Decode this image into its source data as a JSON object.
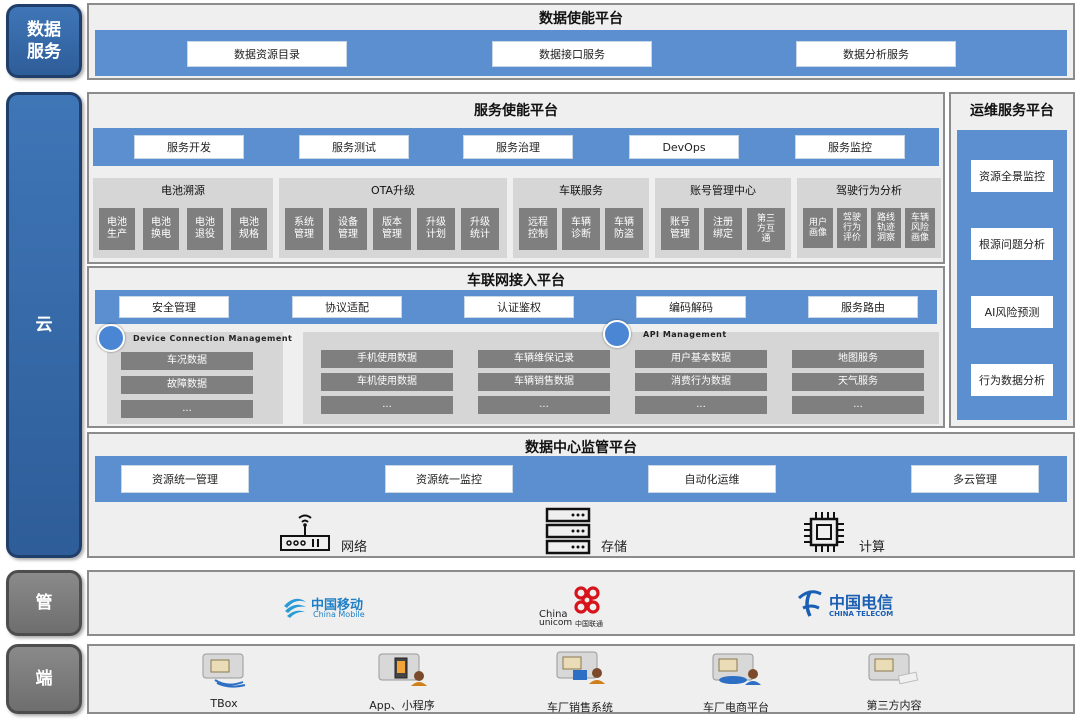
{
  "sides": {
    "data_service": "数据\n服务",
    "cloud": "云",
    "pipe": "管",
    "end": "端"
  },
  "data_enable": {
    "title": "数据使能平台",
    "buttons": [
      "数据资源目录",
      "数据接口服务",
      "数据分析服务"
    ]
  },
  "service_enable": {
    "title": "服务使能平台",
    "buttons": [
      "服务开发",
      "服务测试",
      "服务治理",
      "DevOps",
      "服务监控"
    ],
    "groups": [
      {
        "title": "电池溯源",
        "items": [
          "电池\n生产",
          "电池\n换电",
          "电池\n退役",
          "电池\n规格"
        ]
      },
      {
        "title": "OTA升级",
        "items": [
          "系统\n管理",
          "设备\n管理",
          "版本\n管理",
          "升级\n计划",
          "升级\n统计"
        ]
      },
      {
        "title": "车联服务",
        "items": [
          "远程\n控制",
          "车辆\n诊断",
          "车辆\n防盗"
        ]
      },
      {
        "title": "账号管理中心",
        "items": [
          "账号\n管理",
          "注册\n绑定",
          "第三\n方互\n通"
        ]
      },
      {
        "title": "驾驶行为分析",
        "items": [
          "用户\n画像",
          "驾驶\n行为\n评价",
          "路线\n轨迹\n洞察",
          "车辆\n风险\n画像"
        ]
      }
    ]
  },
  "ops": {
    "title": "运维服务平台",
    "buttons": [
      "资源全景监控",
      "根源问题分析",
      "AI风险预测",
      "行为数据分析"
    ]
  },
  "iov": {
    "title": "车联网接入平台",
    "buttons": [
      "安全管理",
      "协议适配",
      "认证鉴权",
      "编码解码",
      "服务路由"
    ],
    "device_caption": "Device Connection Management",
    "api_caption": "API Management",
    "device_items": [
      "车况数据",
      "故障数据",
      "..."
    ],
    "api_cols": [
      [
        "手机使用数据",
        "车机使用数据",
        "..."
      ],
      [
        "车辆维保记录",
        "车辆销售数据",
        "..."
      ],
      [
        "用户基本数据",
        "消费行为数据",
        "..."
      ],
      [
        "地图服务",
        "天气服务",
        "..."
      ]
    ]
  },
  "dc": {
    "title": "数据中心监管平台",
    "buttons": [
      "资源统一管理",
      "资源统一监控",
      "自动化运维",
      "多云管理"
    ],
    "infra": [
      "网络",
      "存储",
      "计算"
    ]
  },
  "carriers": {
    "mobile_cn": "中国移动",
    "mobile_en": "China Mobile",
    "unicom_en1": "China",
    "unicom_en2": "unicom",
    "unicom_cn": "中国联通",
    "telecom_cn": "中国电信",
    "telecom_en": "CHINA TELECOM"
  },
  "endpoints": [
    "TBox",
    "App、小程序",
    "车厂销售系统",
    "车厂电商平台",
    "第三方内容"
  ],
  "colors": {
    "blue": "#5b8fd0",
    "side_blue": "#3f76b7",
    "cell_gray": "#7f7f7f",
    "group_gray": "#d6d6d6"
  }
}
